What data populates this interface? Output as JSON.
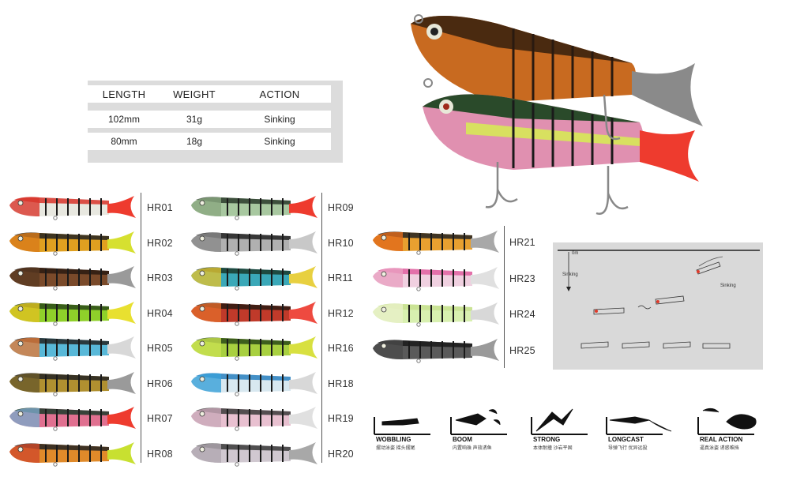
{
  "spec_table": {
    "headers": [
      "LENGTH",
      "WEIGHT",
      "ACTION"
    ],
    "rows": [
      [
        "102mm",
        "31g",
        "Sinking"
      ],
      [
        "80mm",
        "18g",
        "Sinking"
      ]
    ]
  },
  "models": {
    "column1": [
      {
        "code": "HR01",
        "body": "#e8e8e0",
        "head": "#d8342a",
        "tail": "#ee3b2e",
        "back": "#d8342a"
      },
      {
        "code": "HR02",
        "body": "#e0a020",
        "head": "#d87a1a",
        "tail": "#d6e030",
        "back": "#222222"
      },
      {
        "code": "HR03",
        "body": "#7a4a2a",
        "head": "#5a3a22",
        "tail": "#9a9a9a",
        "back": "#2a1a10"
      },
      {
        "code": "HR04",
        "body": "#8fd02a",
        "head": "#e0c020",
        "tail": "#e8e030",
        "back": "#2a4a18"
      },
      {
        "code": "HR05",
        "body": "#58b8d8",
        "head": "#e07a3a",
        "tail": "#d8d8d8",
        "back": "#222222"
      },
      {
        "code": "HR06",
        "body": "#b09030",
        "head": "#6a5a2a",
        "tail": "#9a9a9a",
        "back": "#222222"
      },
      {
        "code": "HR07",
        "body": "#e07090",
        "head": "#7aa8c8",
        "tail": "#ee3b2e",
        "back": "#1a3a2a"
      },
      {
        "code": "HR08",
        "body": "#e08a2a",
        "head": "#d04a2a",
        "tail": "#c8e030",
        "back": "#222222"
      }
    ],
    "column2": [
      {
        "code": "HR09",
        "body": "#a8c8a0",
        "head": "#8aa880",
        "tail": "#ee3b2e",
        "back": "#2a3a2a"
      },
      {
        "code": "HR10",
        "body": "#b0b0b0",
        "head": "#8a8a8a",
        "tail": "#c8c8c8",
        "back": "#222222"
      },
      {
        "code": "HR11",
        "body": "#3aa8b8",
        "head": "#e0c030",
        "tail": "#e8d040",
        "back": "#1a3a2a"
      },
      {
        "code": "HR12",
        "body": "#c03a2a",
        "head": "#e06a2a",
        "tail": "#ee4a40",
        "back": "#2a1a10"
      },
      {
        "code": "HR16",
        "body": "#a8d040",
        "head": "#c8e050",
        "tail": "#d8e040",
        "back": "#2a4a18"
      },
      {
        "code": "HR18",
        "body": "#d8e8f0",
        "head": "#3aa0d8",
        "tail": "#d8d8d8",
        "back": "#2a80c0"
      },
      {
        "code": "HR19",
        "body": "#e8c0d0",
        "head": "#c8a8b8",
        "tail": "#e0e0e0",
        "back": "#3a3a3a"
      },
      {
        "code": "HR20",
        "body": "#d0c8d0",
        "head": "#b0a8b0",
        "tail": "#a8a8a8",
        "back": "#3a3a3a"
      }
    ],
    "column3": [
      {
        "code": "HR21",
        "body": "#e8a030",
        "head": "#e06a1a",
        "tail": "#a8a8a8",
        "back": "#222222"
      },
      {
        "code": "HR23",
        "body": "#f0d0e0",
        "head": "#e8a0c0",
        "tail": "#e0e0e0",
        "back": "#e060a0"
      },
      {
        "code": "HR24",
        "body": "#d8f0b0",
        "head": "#e8f0c8",
        "tail": "#d8d8d8",
        "back": "#c8e090"
      },
      {
        "code": "HR25",
        "body": "#5a5a5a",
        "head": "#4a4a4a",
        "tail": "#9a9a9a",
        "back": "#1a1a1a"
      }
    ]
  },
  "diagram": {
    "depth_top": "0m",
    "depth_label": "Sinking",
    "action_label": "Sinking"
  },
  "features": [
    {
      "label": "WOBBLING",
      "sub": "摆动泳姿 摇头摆尾",
      "icon": "wobbling-icon"
    },
    {
      "label": "BOOM",
      "sub": "内置响珠 声效诱鱼",
      "icon": "boom-icon"
    },
    {
      "label": "STRONG",
      "sub": "本体耐撞 沙岩平固",
      "icon": "strong-icon"
    },
    {
      "label": "LONGCAST",
      "sub": "导弹飞行 优异远投",
      "icon": "longcast-icon"
    },
    {
      "label": "REAL ACTION",
      "sub": "逼真泳姿 诱惑难挡",
      "icon": "real-action-icon"
    }
  ]
}
